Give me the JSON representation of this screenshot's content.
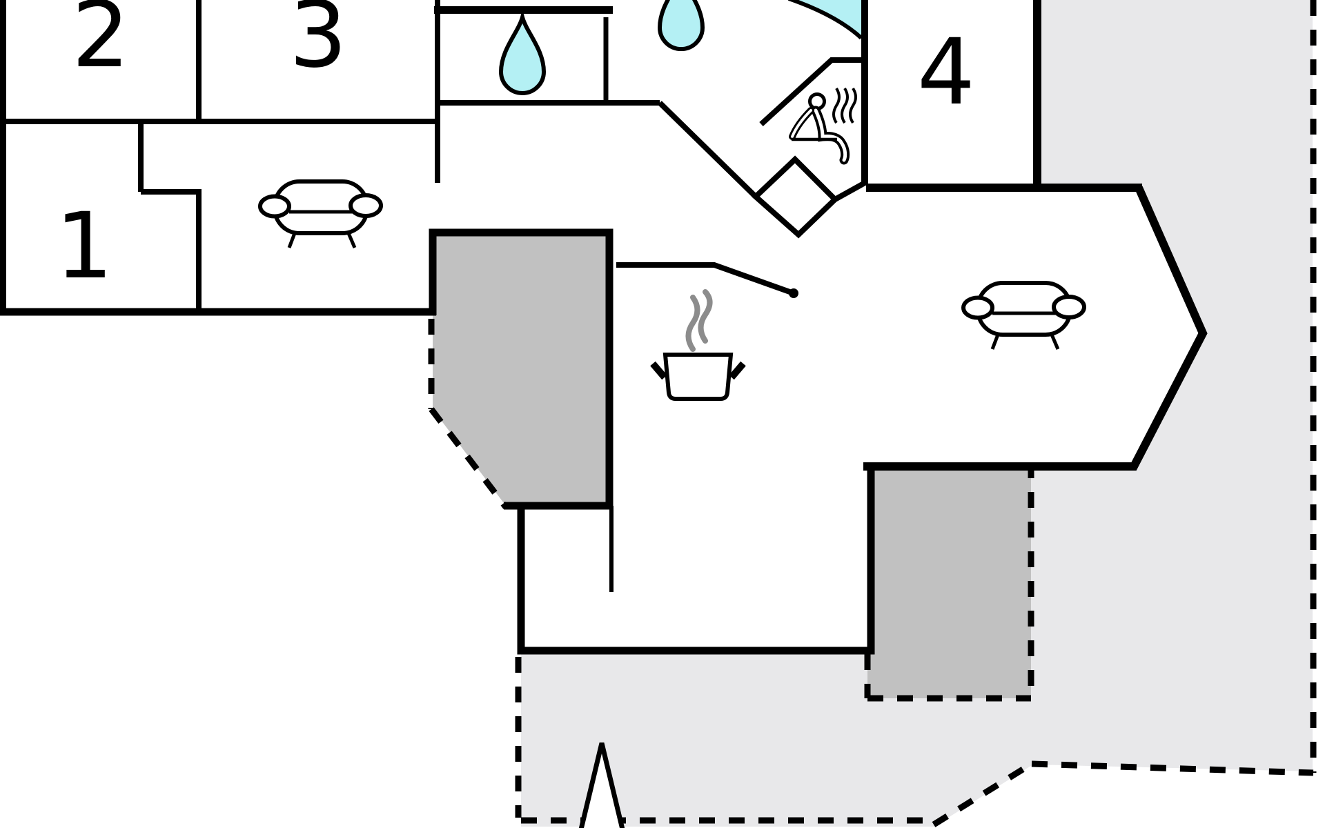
{
  "document": {
    "type": "floor-plan",
    "description": "architectural floor plan with numbered rooms, sauna, bathroom and terraces"
  },
  "rooms": [
    {
      "number": "1"
    },
    {
      "number": "2"
    },
    {
      "number": "3"
    },
    {
      "number": "4"
    }
  ],
  "icons": [
    "sofa-icon (hallway)",
    "sofa-icon (living room)",
    "water-drop-icon (wc)",
    "water-drop-icon (bathroom)",
    "corner-shower-icon",
    "sauna-person-icon",
    "steam-icon (sauna)",
    "cooking-pot-icon (kitchen)",
    "steam-icon (kitchen)",
    "tree-icon (garden)"
  ],
  "colors": {
    "walls": "#000000",
    "terrace_open": "#e8e8ea",
    "terrace_covered": "#c1c1c1",
    "water": "#b4f0f4",
    "steam_gray": "#8c8c8c",
    "background": "#ffffff"
  }
}
